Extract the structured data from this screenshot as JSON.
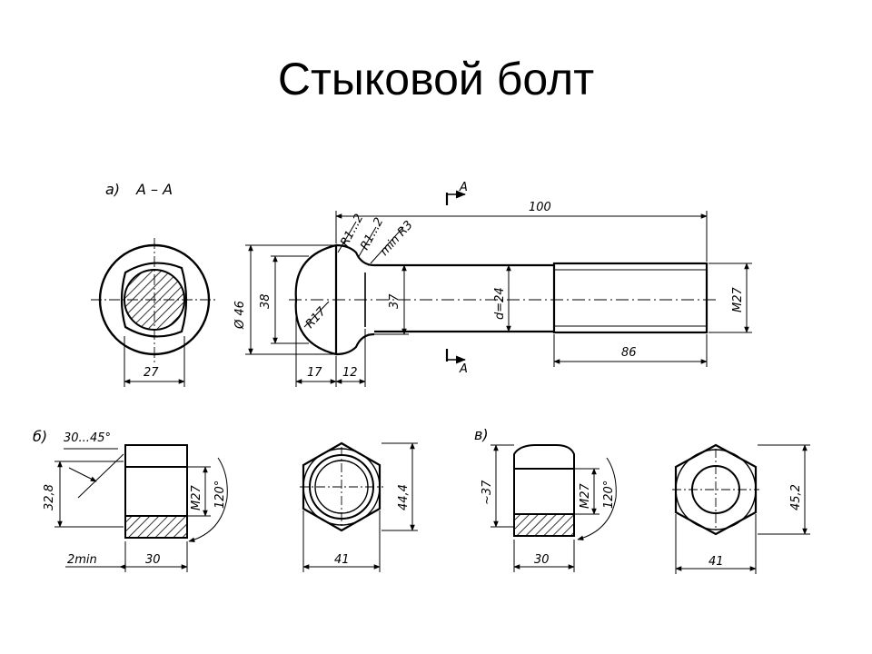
{
  "title": "Стыковой болт",
  "figure_a": {
    "view_label": "а)",
    "section_label": "А – А",
    "cut_mark_top": "А",
    "cut_mark_bottom": "А",
    "dims": {
      "length": "100",
      "r1": "R1...2",
      "r2": "R1...2",
      "r3": "min R3",
      "head_dia": "Ø 46",
      "head_h": "38",
      "neck": "37",
      "shank_d": "d=24",
      "thread": "M27",
      "r17": "R17",
      "head_len": "17",
      "neck_len": "12",
      "thread_len": "86",
      "section_w": "27"
    }
  },
  "figure_b": {
    "view_label": "б)",
    "dims": {
      "chamfer": "30...45°",
      "height": "32,8",
      "thread": "M27",
      "angle": "120°",
      "gap": "2min",
      "width": "30",
      "hex_h": "44,4",
      "hex_w": "41"
    }
  },
  "figure_v": {
    "view_label": "в)",
    "dims": {
      "height": "~37",
      "thread": "M27",
      "angle": "120°",
      "width": "30",
      "hex_h": "45,2",
      "hex_w": "41"
    }
  }
}
